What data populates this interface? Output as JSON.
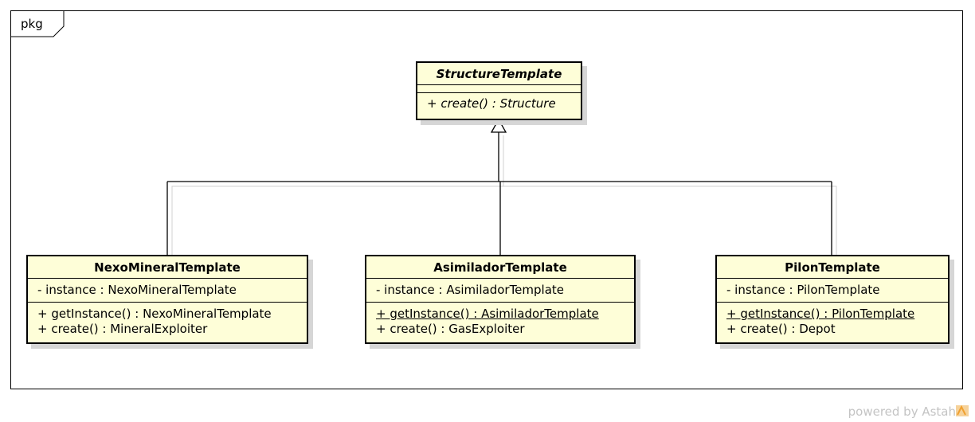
{
  "package": {
    "label": "pkg"
  },
  "classes": {
    "structure": {
      "name": "StructureTemplate",
      "operation": "+ create() : Structure"
    },
    "nexo": {
      "name": "NexoMineralTemplate",
      "attribute": "- instance : NexoMineralTemplate",
      "operations": [
        "+ getInstance() : NexoMineralTemplate",
        "+ create() : MineralExploiter"
      ]
    },
    "asimilador": {
      "name": "AsimiladorTemplate",
      "attribute": "- instance : AsimiladorTemplate",
      "operations": [
        "+ getInstance() : AsimiladorTemplate",
        "+ create() : GasExploiter"
      ]
    },
    "pilon": {
      "name": "PilonTemplate",
      "attribute": "- instance : PilonTemplate",
      "operations": [
        "+ getInstance() : PilonTemplate",
        "+ create() : Depot"
      ]
    }
  },
  "watermark": "powered by Astah",
  "colors": {
    "class_fill": "#fefed8",
    "shadow": "#d6d6d6",
    "watermark": "#c4c4c4",
    "astah_orange": "#f0a030"
  }
}
